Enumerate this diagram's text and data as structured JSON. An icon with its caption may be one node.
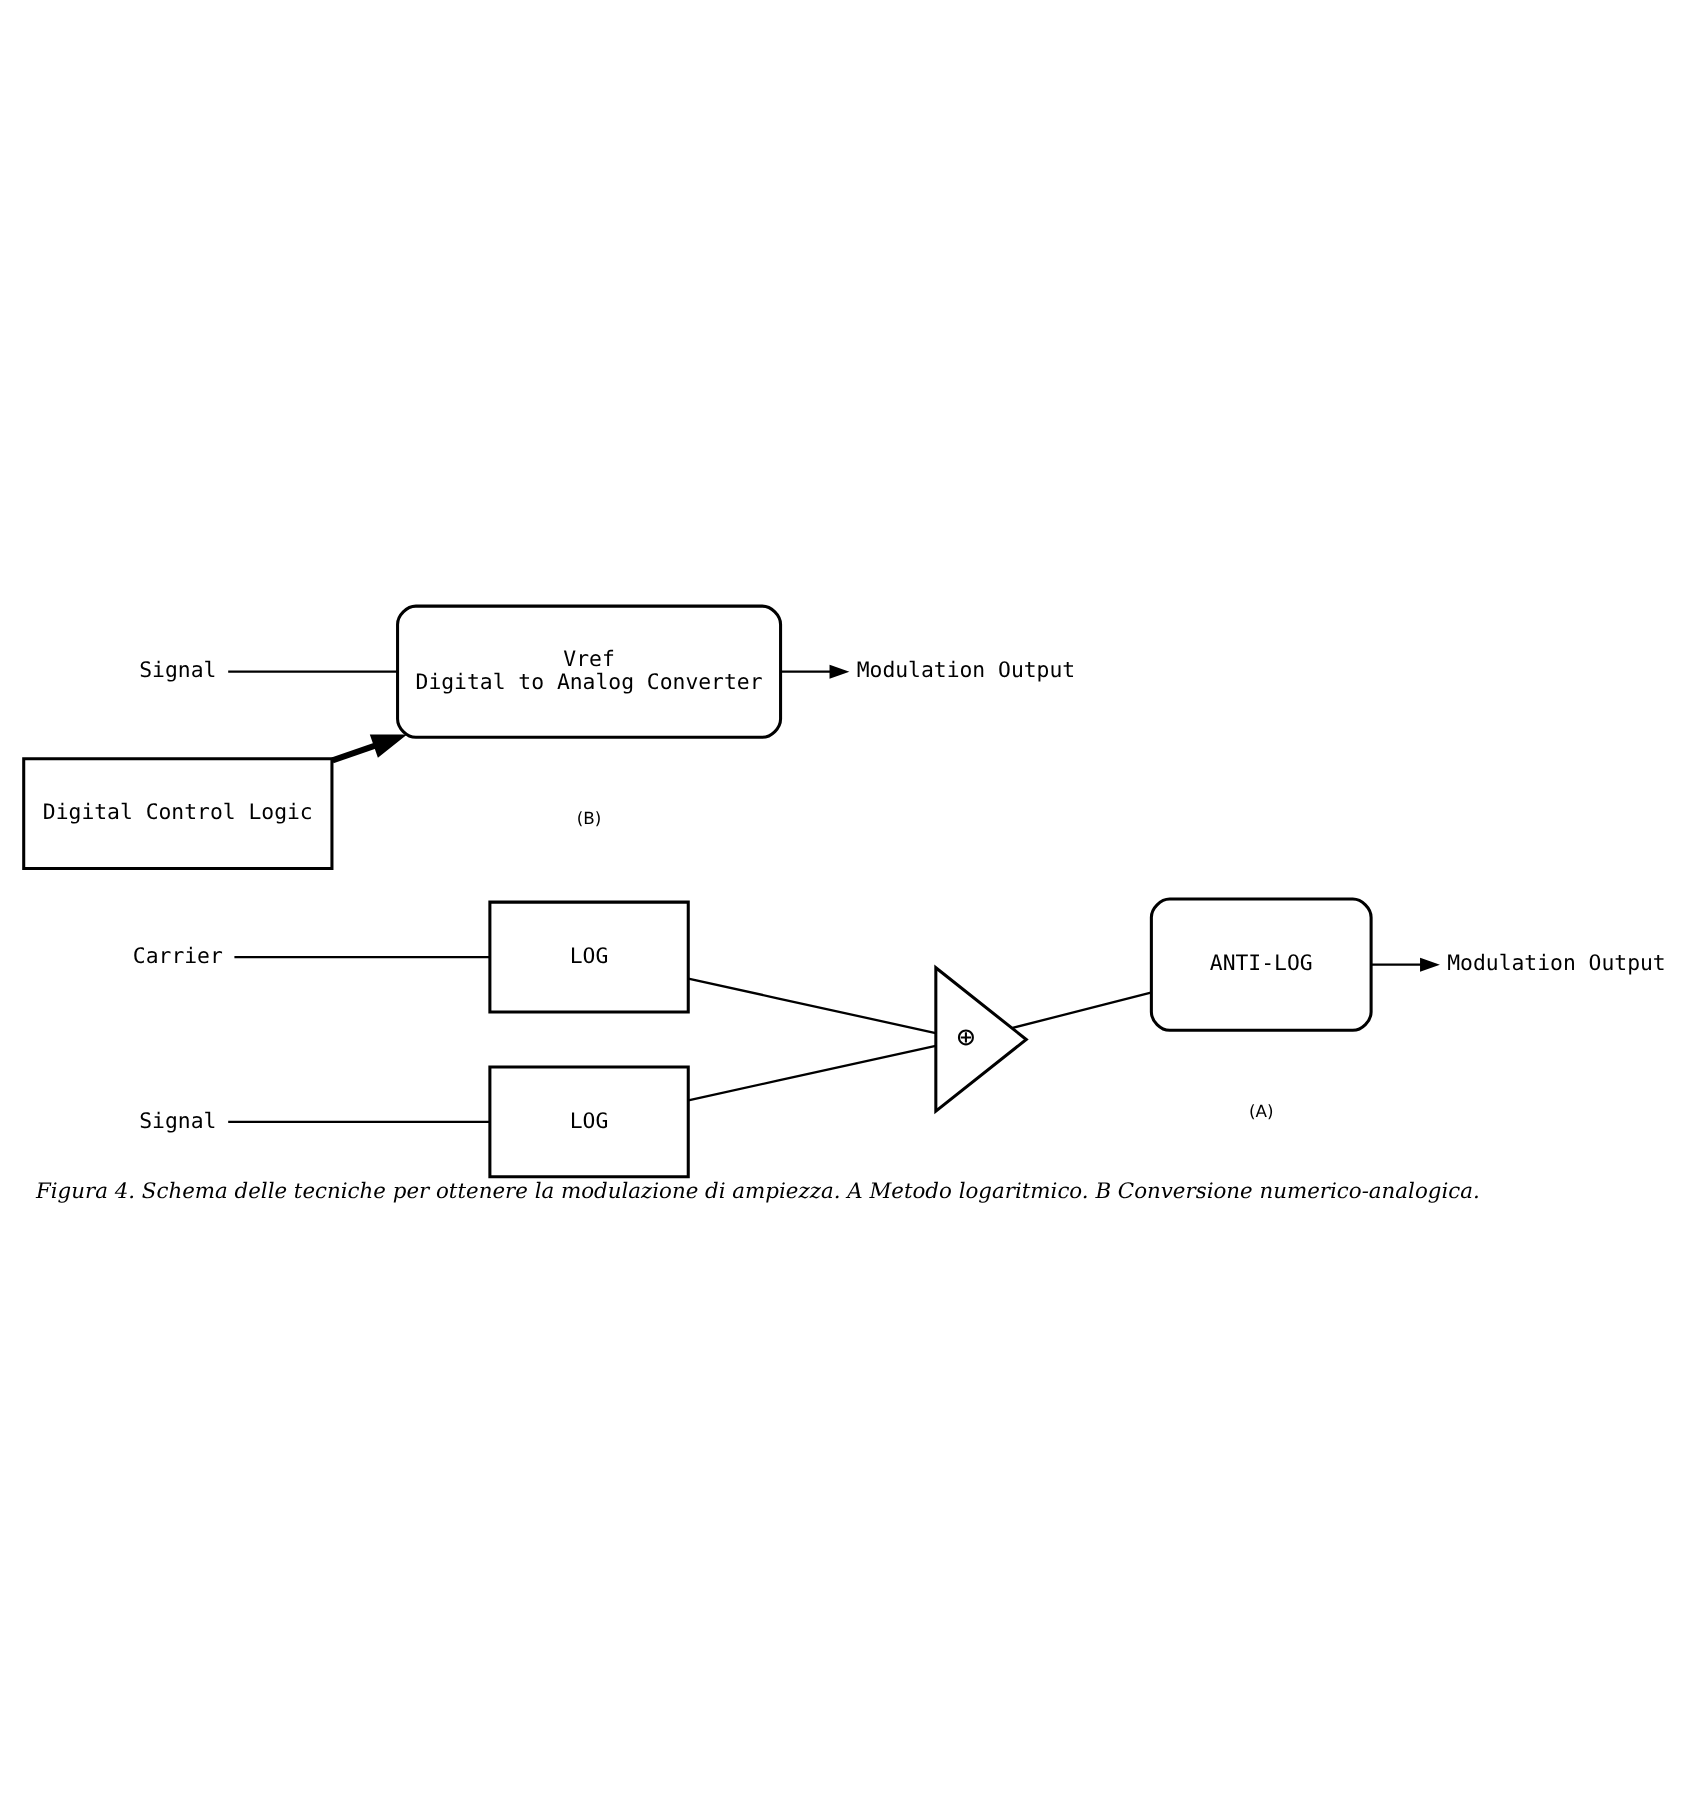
{
  "diagram": {
    "caption": "Figura 4. Schema delle tecniche per ottenere la modulazione di ampiezza. A Metodo logaritmico. B Conversione numerico-analogica.",
    "nodes": [
      {
        "text": [
          "Carrier"
        ]
      },
      {
        "text": [
          "LOG"
        ]
      },
      {
        "text": [
          "Signal"
        ]
      },
      {
        "text": [
          "LOG"
        ]
      },
      {
        "text": [
          "⊕"
        ]
      },
      {
        "text": [
          "ANTI-LOG"
        ]
      },
      {
        "text": [
          "Modulation Output"
        ]
      },
      {
        "text": [
          "Signal"
        ]
      },
      {
        "text": [
          "Vref",
          "Digital to Analog Converter"
        ]
      },
      {
        "text": [
          "Modulation Output"
        ]
      },
      {
        "text": [
          "Digital Control Logic"
        ]
      }
    ],
    "edges": [
      {
        "from": 0,
        "to": 1,
        "arrow": "none"
      },
      {
        "from": 2,
        "to": 3,
        "arrow": "none"
      },
      {
        "from": 1,
        "to": 4,
        "arrow": "none"
      },
      {
        "from": 3,
        "to": 4,
        "arrow": "none"
      },
      {
        "from": 4,
        "to": 5,
        "arrow": "none"
      },
      {
        "from": 5,
        "to": 6,
        "arrow": "to"
      },
      {
        "from": 7,
        "to": 8,
        "arrow": "none"
      },
      {
        "from": 8,
        "to": 9,
        "arrow": "to"
      },
      {
        "from": 10,
        "to": 8,
        "arrow": "to",
        "style": "thick"
      }
    ],
    "labels": [
      "(A)",
      "(B)"
    ]
  }
}
